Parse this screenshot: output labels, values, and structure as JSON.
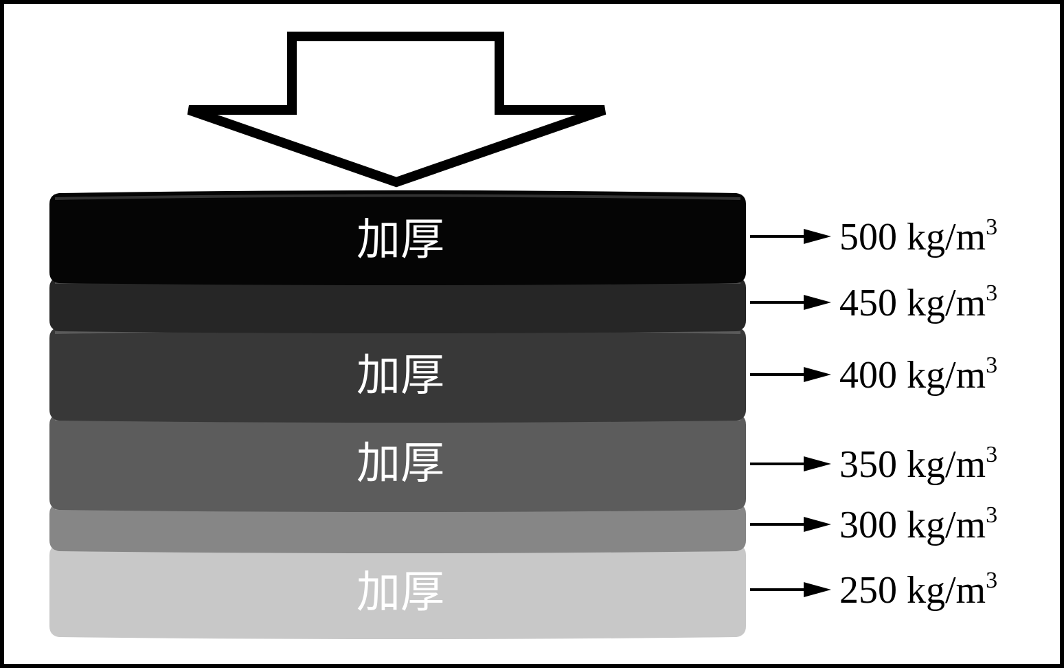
{
  "diagram": {
    "compression_arrow": "down-arrow-outline-icon",
    "layers": [
      {
        "density_value": "500",
        "density_unit": "kg/m",
        "unit_exponent": "3",
        "label": "加厚",
        "fill": "#050505",
        "label_color": "#ffffff"
      },
      {
        "density_value": "450",
        "density_unit": "kg/m",
        "unit_exponent": "3",
        "label": "",
        "fill": "#262626",
        "label_color": "#ffffff"
      },
      {
        "density_value": "400",
        "density_unit": "kg/m",
        "unit_exponent": "3",
        "label": "加厚",
        "fill": "#383838",
        "label_color": "#ffffff"
      },
      {
        "density_value": "350",
        "density_unit": "kg/m",
        "unit_exponent": "3",
        "label": "加厚",
        "fill": "#5c5c5c",
        "label_color": "#ffffff"
      },
      {
        "density_value": "300",
        "density_unit": "kg/m",
        "unit_exponent": "3",
        "label": "",
        "fill": "#868686",
        "label_color": "#ffffff"
      },
      {
        "density_value": "250",
        "density_unit": "kg/m",
        "unit_exponent": "3",
        "label": "加厚",
        "fill": "#c8c8c8",
        "label_color": "#ffffff"
      }
    ]
  }
}
